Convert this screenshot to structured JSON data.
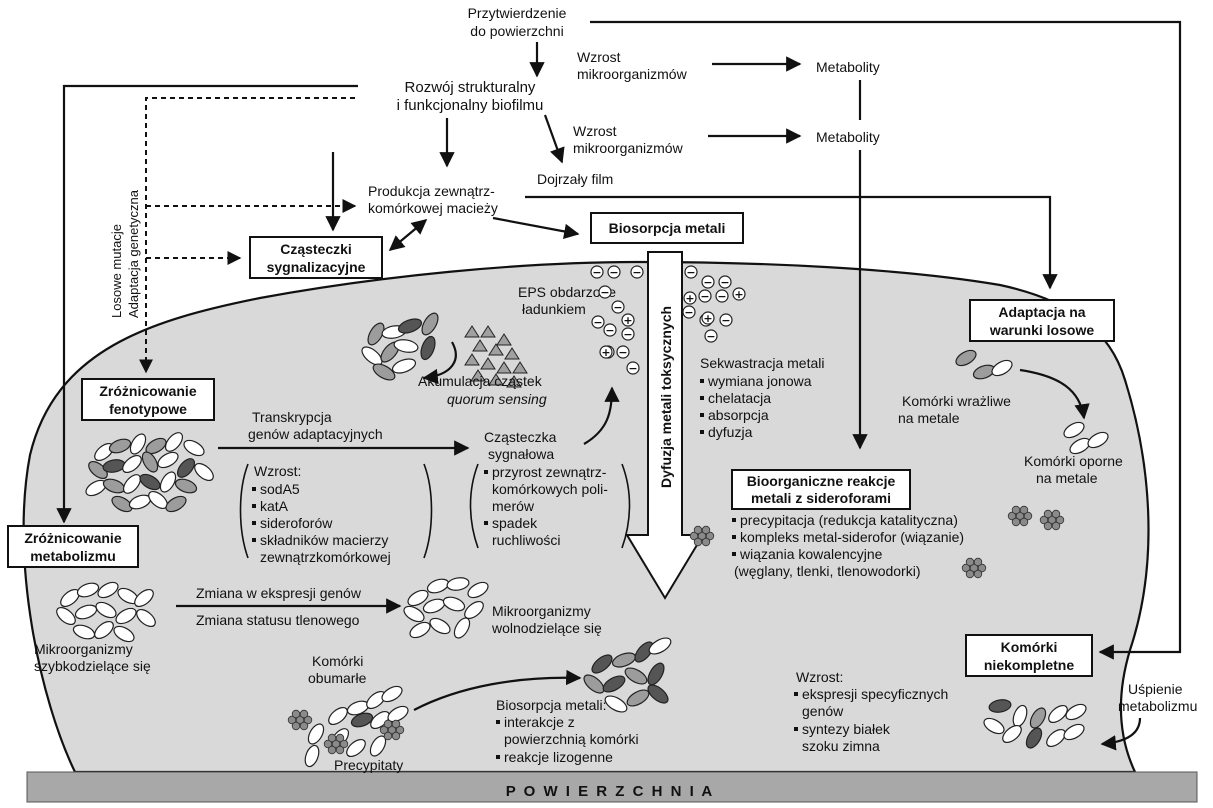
{
  "colors": {
    "biofilm_fill": "#d9d9d9",
    "surface_fill": "#a8a8a8",
    "line": "#111111",
    "arrow_fill": "#ffffff"
  },
  "top": {
    "attachment": [
      "Przytwierdzenie",
      "do powierzchni"
    ],
    "development": [
      "Rozwój strukturalny",
      "i funkcjonalny biofilmu"
    ],
    "growth1": [
      "Wzrost",
      "mikroorganizmów"
    ],
    "growth2": [
      "Wzrost",
      "mikroorganizmów"
    ],
    "metabolites1": "Metabolity",
    "metabolites2": "Metabolity",
    "mature": "Dojrzały film",
    "eps": [
      "Produkcja zewnątrz-",
      "komórkowej macieży"
    ],
    "signal_box": [
      "Cząsteczki",
      "sygnalizacyjne"
    ],
    "biosorption_box": "Biosorpcja metali",
    "left_vertical": [
      "Losowe mutacje",
      "Adaptacja genetyczna"
    ]
  },
  "biofilm": {
    "diffusion": "Dyfuzja metali toksycznych",
    "eps_charged": [
      "EPS obdarzone",
      "ładunkiem"
    ],
    "quorum": [
      "Akumulacja cząstek",
      "quorum sensing"
    ],
    "sequestration": {
      "title": "Sekwastracja metali",
      "items": [
        "wymiana jonowa",
        "chelatacja",
        "absorpcja",
        "dyfuzja"
      ]
    },
    "phenotype_box": [
      "Zróżnicowanie",
      "fenotypowe"
    ],
    "transcription": [
      "Transkrypcja",
      "genów adaptacyjnych"
    ],
    "signal_molecule": [
      "Cząsteczka",
      "sygnałowa"
    ],
    "growth_list": {
      "title": "Wzrost:",
      "items": [
        "sodA5",
        "katA",
        "sideroforów",
        "składników macierzy",
        "zewnątrzkomórkowej"
      ]
    },
    "effects_list": {
      "items": [
        "przyrost zewnątrz-",
        "komórkowych poli-",
        "merów",
        "spadek",
        "ruchliwości"
      ]
    },
    "adaptation_box": [
      "Adaptacja na",
      "warunki losowe"
    ],
    "sensitive": [
      "Komórki wrażliwe",
      "na metale"
    ],
    "resistant": [
      "Komórki oporne",
      "na metale"
    ],
    "siderophore_box": [
      "Bioorganiczne reakcje",
      "metali z sideroforami"
    ],
    "siderophore_list": [
      "precypitacja (redukcja katalityczna)",
      "kompleks metal-siderofor (wiązanie)",
      "wiązania kowalencyjne",
      "(węglany, tlenki, tlenowodorki)"
    ],
    "metabolism_box": [
      "Zróżnicowanie",
      "metabolizmu"
    ],
    "gene_expr": "Zmiana w ekspresji genów",
    "oxygen": "Zmiana statusu tlenowego",
    "fast": [
      "Mikroorganizmy",
      "szybkodzielące się"
    ],
    "slow": [
      "Mikroorganizmy",
      "wolnodzielące się"
    ],
    "dead": [
      "Komórki",
      "obumarłe"
    ],
    "precip": "Precypitaty",
    "biosorption_list": {
      "title": "Biosorpcja metali:",
      "items": [
        "interakcje z",
        "powierzchnią komórki",
        "reakcje lizogenne"
      ]
    },
    "incomplete_box": [
      "Komórki",
      "niekompletne"
    ],
    "dormancy": [
      "Uśpienie",
      "metabolizmu"
    ],
    "growth3": {
      "title": "Wzrost:",
      "items": [
        "ekspresji specyficznych",
        "genów",
        "syntezy białek",
        "szoku zimna"
      ]
    }
  },
  "surface": "P O W I E R Z C H N I A",
  "icons": [
    "arrow-icon",
    "cell-icon",
    "ion-icon",
    "precipitate-icon"
  ]
}
